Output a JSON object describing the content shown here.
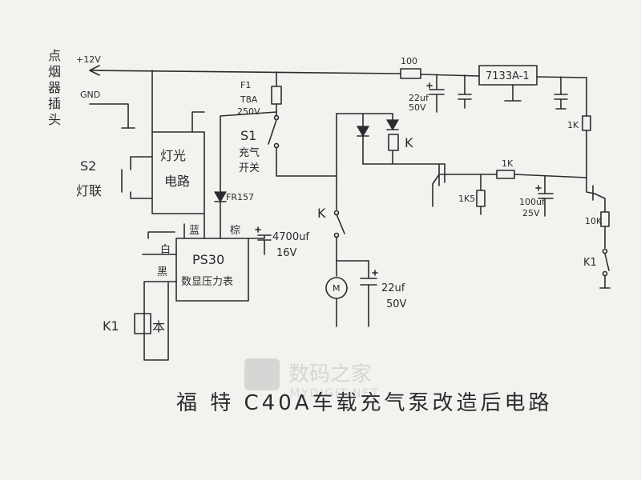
{
  "labels": {
    "side_plug": [
      "点",
      "烟",
      "器",
      "插",
      "头"
    ],
    "v12": "+12V",
    "gnd": "GND",
    "r100": "100",
    "c22_50": [
      "22uf",
      "50V"
    ],
    "reg": "7133A-1",
    "r1k_a": "1K",
    "f1": "F1",
    "f1_rating": [
      "T8A",
      "250V"
    ],
    "s1": "S1",
    "s1_desc": [
      "充气",
      "开关"
    ],
    "relay_k": "K",
    "r1k5": "1K5",
    "r1k_b": "1K",
    "c100": [
      "100uf",
      "25V"
    ],
    "r10k": "10K",
    "k1_sw": "K1",
    "s2": "S2",
    "s2_desc": "灯联",
    "lamp_block": [
      "灯光",
      "电路"
    ],
    "fr157": "FR157",
    "k_contact": "K",
    "c4700": [
      "4700uf",
      "16V"
    ],
    "blue": "蓝",
    "white": "白",
    "brown": "棕",
    "black": "黑",
    "ps30": [
      "PS30",
      "数显压力表"
    ],
    "motor": "M",
    "c22_motor": [
      "22uf",
      "50V"
    ],
    "k1_left": "K1",
    "k1_cross": "本",
    "title": "福 特 C40A车载充气泵改造后电路",
    "watermark_cn": "数码之家",
    "watermark_en": "MYDIGIT.NET"
  },
  "colors": {
    "ink": "#2b2b30",
    "paper": "#f4f2ee",
    "watermark": "#bfbfbf"
  }
}
